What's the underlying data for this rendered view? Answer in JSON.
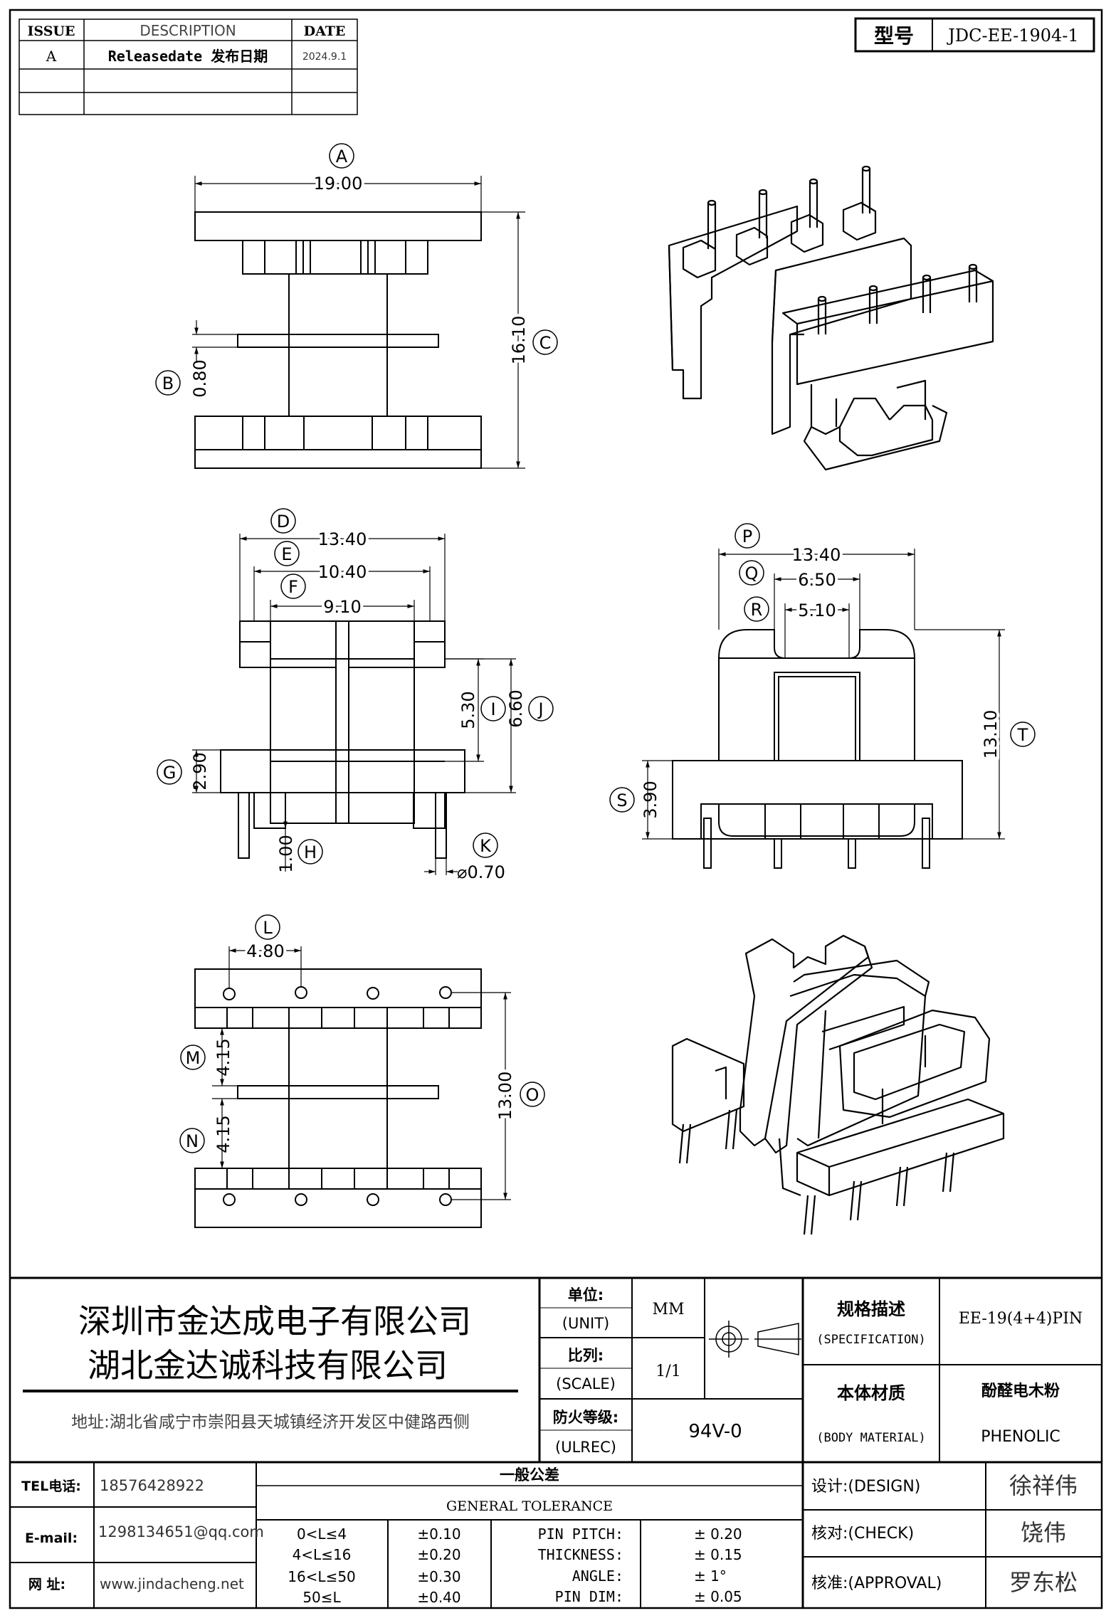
{
  "revision_table": {
    "headers": [
      "ISSUE",
      "DESCRIPTION",
      "DATE"
    ],
    "rows": [
      {
        "issue": "A",
        "description": "Releasedate 发布日期",
        "date": "2024.9.1"
      },
      {
        "issue": "",
        "description": "",
        "date": ""
      },
      {
        "issue": "",
        "description": "",
        "date": ""
      }
    ]
  },
  "model": {
    "label": "型号",
    "value": "JDC-EE-1904-1"
  },
  "dimensions": {
    "A": "19.00",
    "B": "0.80",
    "C": "16.10",
    "D": "13.40",
    "E": "10.40",
    "F": "9.10",
    "G": "2.90",
    "H": "1.00",
    "I": "5.30",
    "J": "6.60",
    "K": "⌀0.70",
    "L": "4.80",
    "M": "4.15",
    "N": "4.15",
    "O": "13.00",
    "P": "13.40",
    "Q": "6.50",
    "R": "5.10",
    "S": "3.90",
    "T": "13.10"
  },
  "title_block": {
    "company_1": "深圳市金达成电子有限公司",
    "company_2": "湖北金达诚科技有限公司",
    "address": "地址:湖北省咸宁市崇阳县天城镇经济开发区中健路西侧",
    "unit_label_cn": "单位:",
    "unit_label_en": "(UNIT)",
    "unit_value": "MM",
    "scale_label_cn": "比列:",
    "scale_label_en": "(SCALE)",
    "scale_value": "1/1",
    "ulrec_label_cn": "防火等级:",
    "ulrec_label_en": "(ULREC)",
    "ulrec_value": "94V-0",
    "spec_label_cn": "规格描述",
    "spec_label_en": "(SPECIFICATION)",
    "spec_value": "EE-19(4+4)PIN",
    "material_label_cn": "本体材质",
    "material_label_en": "(BODY MATERIAL)",
    "material_value_cn": "酚醛电木粉",
    "material_value_en": "PHENOLIC",
    "tel_label": "TEL电话:",
    "tel_value": "18576428922",
    "email_label": "E-mail:",
    "email_value": "1298134651@qq.com",
    "web_label": "网  址:",
    "web_value": "www.jindacheng.net",
    "tolerance_cn": "一般公差",
    "tolerance_en": "GENERAL TOLERANCE",
    "tolerance_ranges": [
      "0<L≤4",
      "4<L≤16",
      "16<L≤50",
      "50≤L"
    ],
    "tolerance_values": [
      "±0.10",
      "±0.20",
      "±0.30",
      "±0.40"
    ],
    "pin_labels": [
      "PIN PITCH:",
      "THICKNESS:",
      "ANGLE:",
      "PIN DIM:"
    ],
    "pin_values": [
      "± 0.20",
      "± 0.15",
      "± 1°",
      "± 0.05"
    ],
    "design_label": "设计:(DESIGN)",
    "design_value": "徐祥伟",
    "check_label": "核对:(CHECK)",
    "check_value": "饶伟",
    "approval_label": "核准:(APPROVAL)",
    "approval_value": "罗东松"
  }
}
